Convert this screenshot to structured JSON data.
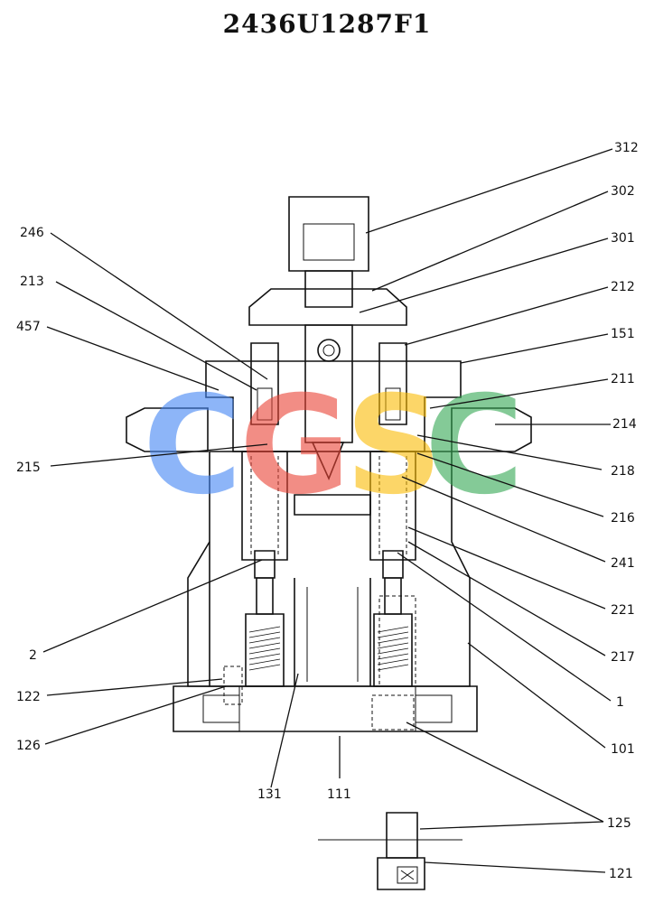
{
  "title": "2436U1287F1",
  "watermark": {
    "letters": [
      {
        "char": "C",
        "color": "#4285F4"
      },
      {
        "char": "G",
        "color": "#EA4335"
      },
      {
        "char": "S",
        "color": "#FBBC05"
      },
      {
        "char": "C",
        "color": "#34A853"
      }
    ]
  },
  "labels": {
    "l312": "312",
    "l302": "302",
    "l301": "301",
    "l212": "212",
    "l151": "151",
    "l211": "211",
    "l214": "214",
    "l218": "218",
    "l216": "216",
    "l241": "241",
    "l221": "221",
    "l217": "217",
    "l1": "1",
    "l101": "101",
    "l125": "125",
    "l121": "121",
    "l246": "246",
    "l213": "213",
    "l457": "457",
    "l215": "215",
    "l2": "2",
    "l122": "122",
    "l126": "126",
    "l131": "131",
    "l111": "111"
  }
}
